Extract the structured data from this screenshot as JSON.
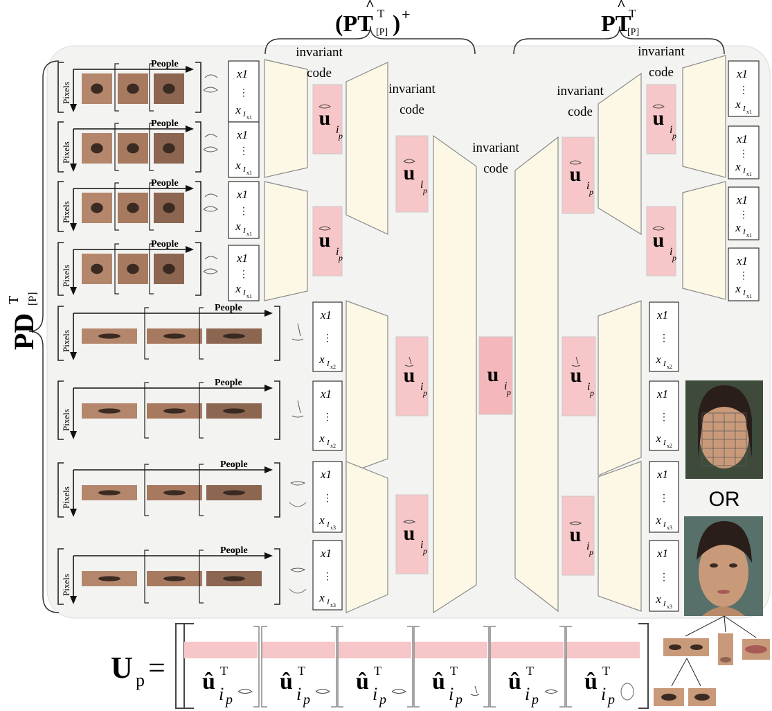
{
  "title_left": {
    "prefix": "(",
    "main": "P",
    "hat_letter": "T",
    "sup": "T",
    "sub": "[P]",
    "suffix": ")",
    "plus": "+"
  },
  "title_right": {
    "main": "P",
    "hat_letter": "T",
    "sup": "T",
    "sub": "[P]"
  },
  "left_label": {
    "main": "PD",
    "sup": "T",
    "sub": "[P]"
  },
  "axis_people": "People",
  "axis_pixels": "Pixels",
  "invariant_line1": "invariant",
  "invariant_line2": "code",
  "vector": {
    "x": "x",
    "dots": "⋮",
    "sub_eye": "I",
    "sub_eye_index": "x1",
    "sub_nose_index": "x2",
    "sub_mouth_index": "x3"
  },
  "u_symbol": "u",
  "u_sub": "i",
  "u_sub2": "p",
  "or_label": "OR",
  "bottom": {
    "lhs": "U",
    "lhs_sub": "p",
    "eq": "=",
    "uhat": "û",
    "uhat_sup": "T"
  },
  "colors": {
    "coder": "#fdf8e6",
    "code_pink": "#f7c6c8",
    "code_center": "#f4b7bb",
    "panel": "#f3f3f1",
    "skin": "#c99a7a"
  }
}
